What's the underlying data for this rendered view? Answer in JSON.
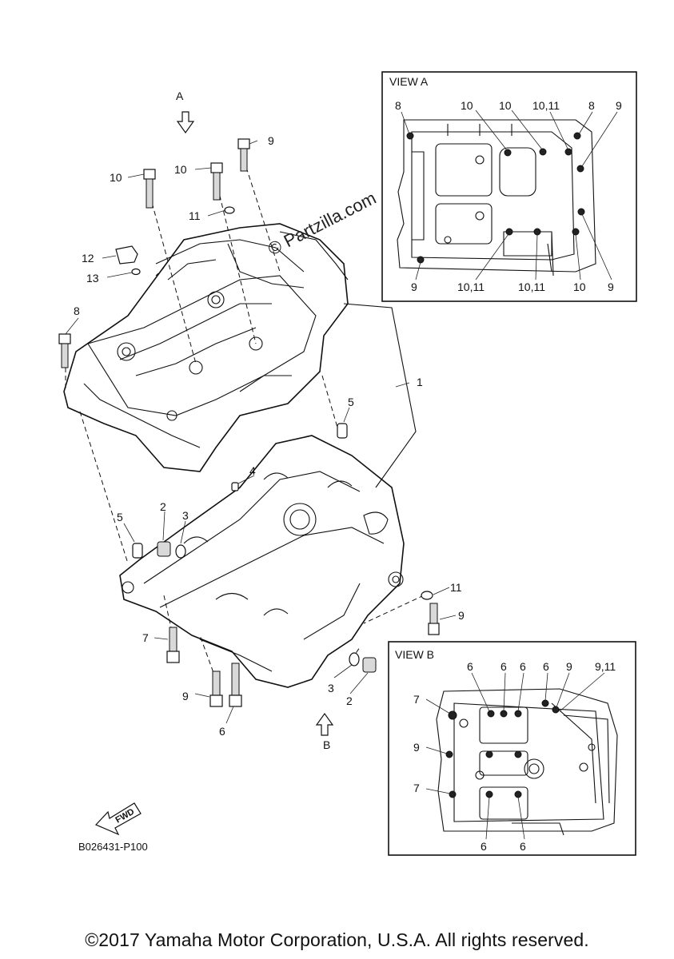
{
  "views": {
    "a": {
      "title": "VIEW A",
      "callouts": [
        "8",
        "10",
        "10",
        "10,11",
        "8",
        "9",
        "9",
        "10,11",
        "10,11",
        "10",
        "9"
      ]
    },
    "b": {
      "title": "VIEW B",
      "callouts": [
        "6",
        "6",
        "6",
        "6",
        "9",
        "9,11",
        "7",
        "9",
        "7",
        "6",
        "6"
      ]
    }
  },
  "direction_labels": {
    "a": "A",
    "b": "B"
  },
  "fwd_label": "FWD",
  "callouts": {
    "c1": "1",
    "c2a": "2",
    "c2b": "2",
    "c3a": "3",
    "c3b": "3",
    "c4": "4",
    "c5a": "5",
    "c5b": "5",
    "c6": "6",
    "c7": "7",
    "c8": "8",
    "c9a": "9",
    "c9b": "9",
    "c9c": "9",
    "c10a": "10",
    "c10b": "10",
    "c11a": "11",
    "c11b": "11",
    "c12": "12",
    "c13": "13"
  },
  "watermark": "© Partzilla.com",
  "part_id": "B026431-P100",
  "copyright": "©2017 Yamaha Motor Corporation, U.S.A. All rights reserved."
}
